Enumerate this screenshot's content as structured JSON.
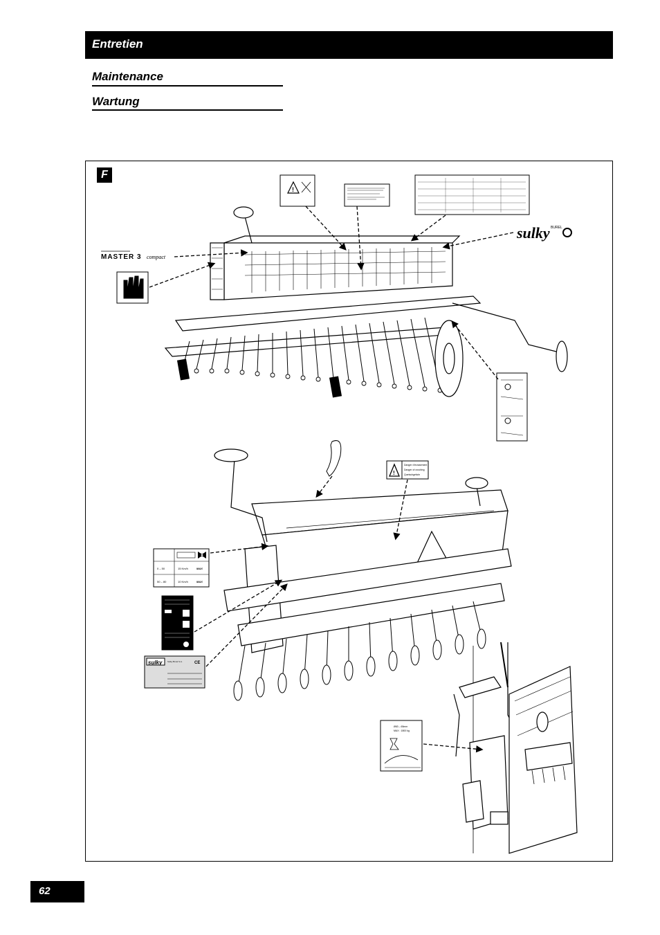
{
  "header": {
    "title": "Entretien"
  },
  "subtitles": [
    "Maintenance",
    "Wartung"
  ],
  "figure": {
    "letter": "F",
    "labels": {
      "model": "MASTER 3",
      "model_suffix": "compact",
      "brand": "sulky",
      "brand_sup": "BUREL",
      "danger_lines": [
        "Danger d'écrasement",
        "Danger of crushing",
        "Quetschgefahr"
      ],
      "speed_rows": [
        {
          "range": "0 – 50",
          "value": "15 Km/h",
          "tag": "MAX"
        },
        {
          "range": "50 – 80",
          "value": "10 Km/h",
          "tag": "MAX"
        }
      ],
      "plate_brand": "sulky",
      "plate_company": "Sulky Burel S.A.",
      "plate_ce": "CE",
      "hitch_min": "Ø63 – 65mm",
      "hitch_max": "MAX : 1800 kg"
    }
  },
  "page_number": "62"
}
